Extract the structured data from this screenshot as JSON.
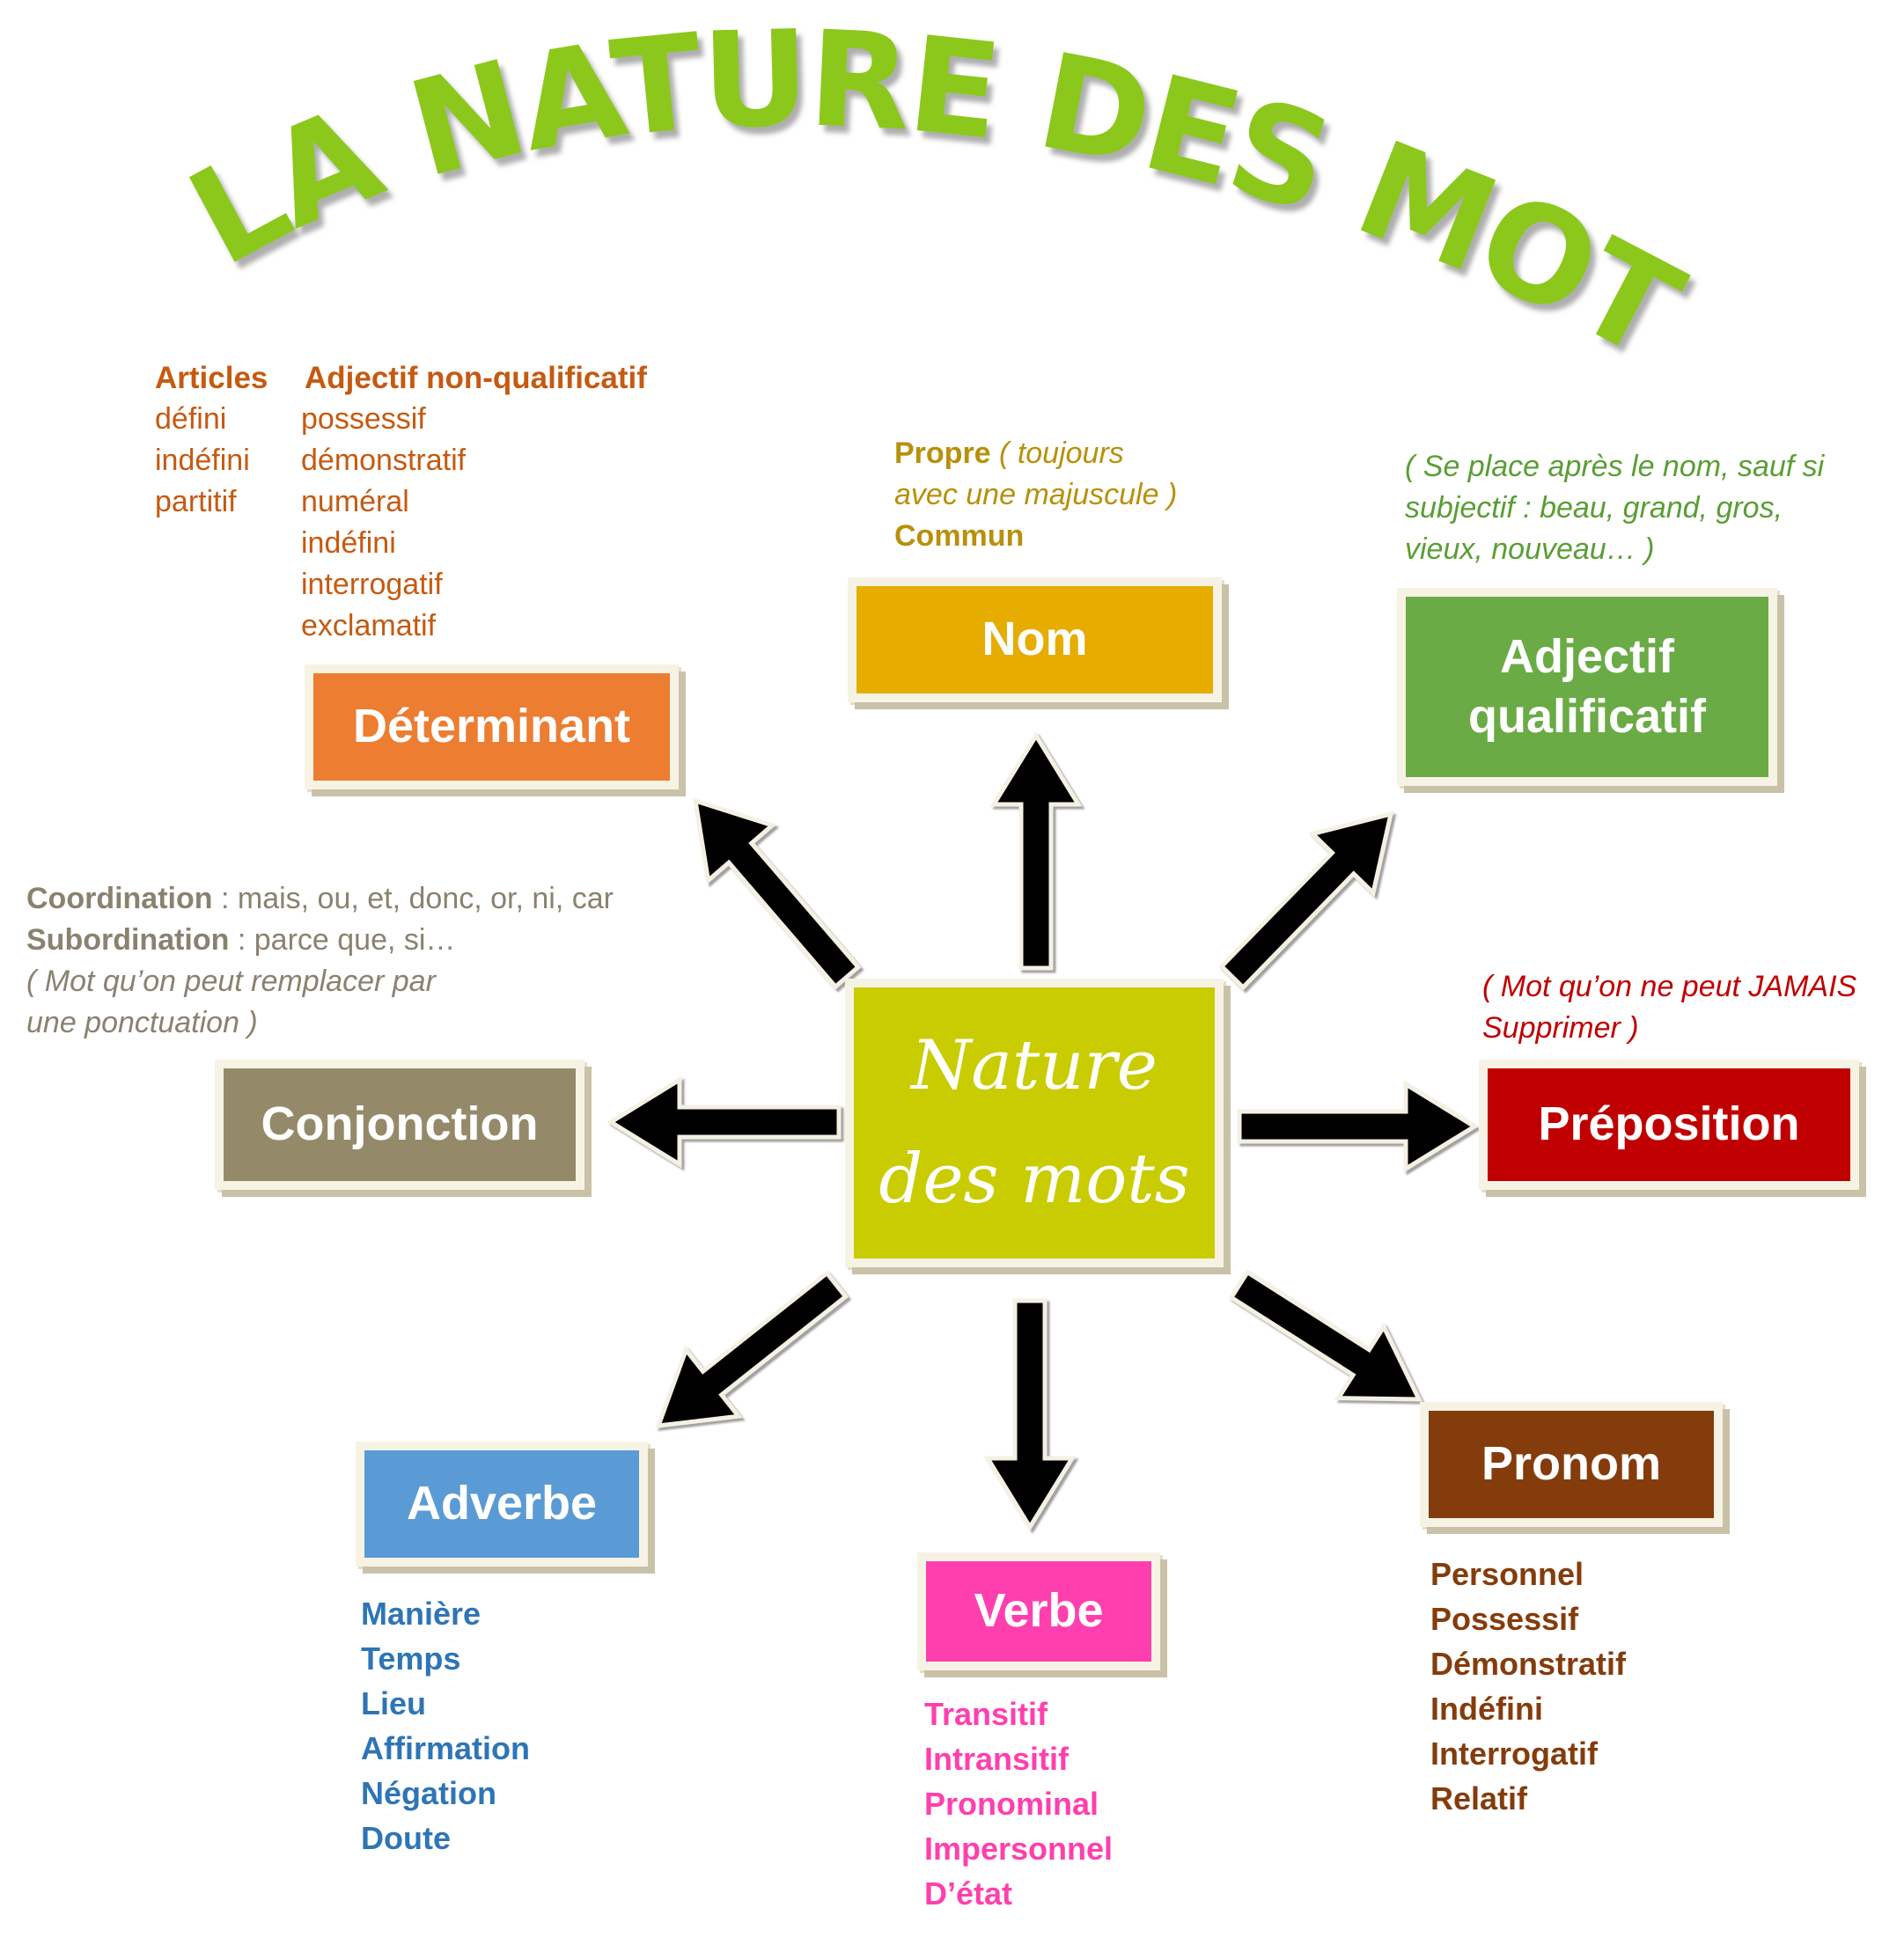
{
  "title": "LA NATURE DES MOTS",
  "center": {
    "label": "Nature\ndes mots"
  },
  "colors": {
    "title_green": "#8cc81a",
    "center": "#c9cc00",
    "nom": "#e6ac00",
    "adjectif": "#6aab45",
    "preposition": "#c00000",
    "pronom": "#843c0c",
    "verbe": "#ff3fae",
    "adverbe": "#5b9bd5",
    "conjonction": "#948a6a",
    "determinant": "#ed7d31",
    "arrow": "#000000"
  },
  "nodes": {
    "nom": {
      "label": "Nom",
      "propre": "Propre",
      "propre_note_1": "( toujours",
      "propre_note_2": "avec une majuscule )",
      "commun": "Commun"
    },
    "adjectif": {
      "label": "Adjectif qualificatif",
      "note": [
        "( Se place après le nom, sauf si",
        "subjectif : beau, grand, gros,",
        "vieux, nouveau… )"
      ]
    },
    "preposition": {
      "label": "Préposition",
      "note": [
        "( Mot qu’on ne peut JAMAIS",
        "Supprimer )"
      ]
    },
    "pronom": {
      "label": "Pronom",
      "items": [
        "Personnel",
        "Possessif",
        "Démonstratif",
        "Indéfini",
        "Interrogatif",
        "Relatif"
      ]
    },
    "verbe": {
      "label": "Verbe",
      "items": [
        "Transitif",
        "Intransitif",
        "Pronominal",
        "Impersonnel",
        "D’état"
      ]
    },
    "adverbe": {
      "label": "Adverbe",
      "items": [
        "Manière",
        "Temps",
        "Lieu",
        "Affirmation",
        "Négation",
        "Doute"
      ]
    },
    "conjonction": {
      "label": "Conjonction",
      "coordination": "Coordination",
      "coordination_list": " : mais, ou, et, donc, or, ni, car",
      "subordination": "Subordination",
      "subordination_list": " : parce que, si…",
      "note": [
        "( Mot qu’on peut remplacer par",
        "une ponctuation )"
      ]
    },
    "determinant": {
      "label": "Déterminant",
      "articles_header": "Articles",
      "articles": [
        "défini",
        "indéfini",
        "partitif"
      ],
      "adj_header": "Adjectif non-qualificatif",
      "adj_items": [
        "possessif",
        "démonstratif",
        "numéral",
        "indéfini",
        "interrogatif",
        "exclamatif"
      ]
    }
  }
}
